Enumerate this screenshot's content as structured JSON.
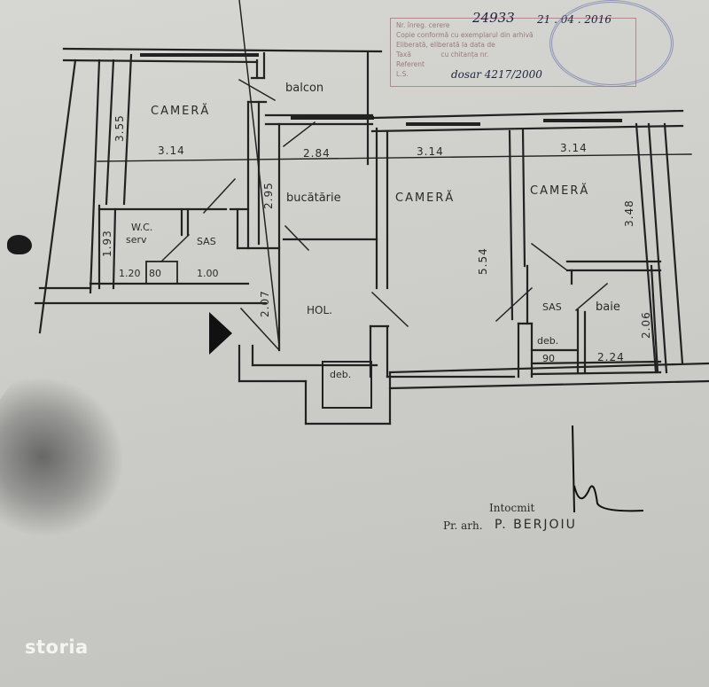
{
  "document": {
    "type": "Floor plan (architectural drawing)",
    "rooms": {
      "camera_1": "CAMERĂ",
      "camera_2": "CAMERĂ",
      "camera_3": "CAMERĂ",
      "balcon": "balcon",
      "bucatarie": "bucătărie",
      "wc_line1": "W.C.",
      "wc_line2": "serv",
      "sas_1": "SAS",
      "sas_2": "SAS",
      "hol": "HOL.",
      "deb_1": "deb.",
      "deb_2": "deb.",
      "baie": "baie"
    },
    "dimensions": {
      "camera1_height": "3.55",
      "camera1_width": "3.14",
      "bucatarie_width": "2.84",
      "camera2_width": "3.14",
      "camera3_width": "3.14",
      "camera3_height": "3.48",
      "bucatarie_height": "2.95",
      "wc_height": "1.93",
      "wc_w1": "1.20",
      "wc_w2": "80",
      "sas_width": "1.00",
      "hol_height": "2.07",
      "camera2_height": "5.54",
      "baie_height": "2.06",
      "deb_width": "90",
      "baie_width": "2.24"
    },
    "stamp": {
      "line1_label": "Nr. înreg. cerere",
      "number": "24933",
      "date": "21 . 04 . 2016",
      "line2": "Copie conformă cu exemplarul din arhivă",
      "line3": "Eliberată, eliberată la data de",
      "line4_label": "Taxă",
      "line4_mid": "cu chitanța nr.",
      "line5": "Referent",
      "line6": "L.S.",
      "dosar": "dosar 4217/2000"
    },
    "signature": {
      "label": "Intocmit",
      "author_prefix": "Pr. arh.",
      "author": "P. BERJOIU"
    }
  },
  "watermark": {
    "text": "storia"
  }
}
